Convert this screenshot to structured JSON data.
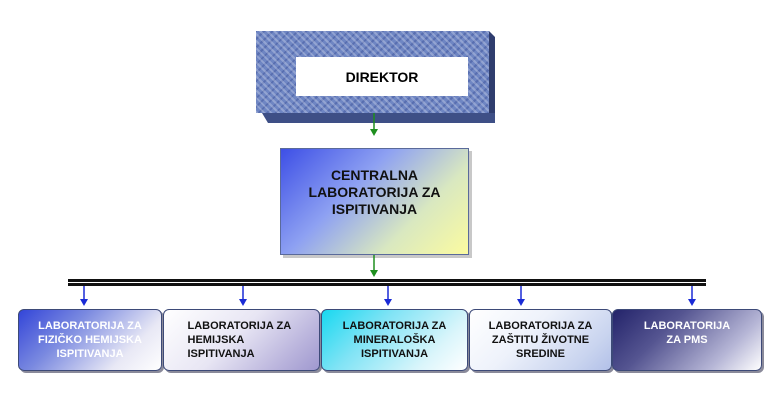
{
  "director": {
    "label": "DIREKTOR"
  },
  "central": {
    "label": "CENTRALNA LABORATORIJA ZA ISPITIVANJA"
  },
  "labs": [
    {
      "label": "LABORATORIJA ZA FIZIČKO HEMIJSKA ISPITIVANJA"
    },
    {
      "label": "LABORATORIJA  ZA HEMIJSKA ISPITIVANJA"
    },
    {
      "label": "LABORATORIJA ZA MINERALOŠKA ISPITIVANJA"
    },
    {
      "label": "LABORATORIJA ZA ZAŠTITU ŽIVOTNE SREDINE"
    },
    {
      "label": "LABORATORIJA ZA PMS"
    }
  ],
  "colors": {
    "connector_green": "#1f8f1f",
    "connector_blue": "#1a2bd6",
    "bus": "#111111"
  }
}
